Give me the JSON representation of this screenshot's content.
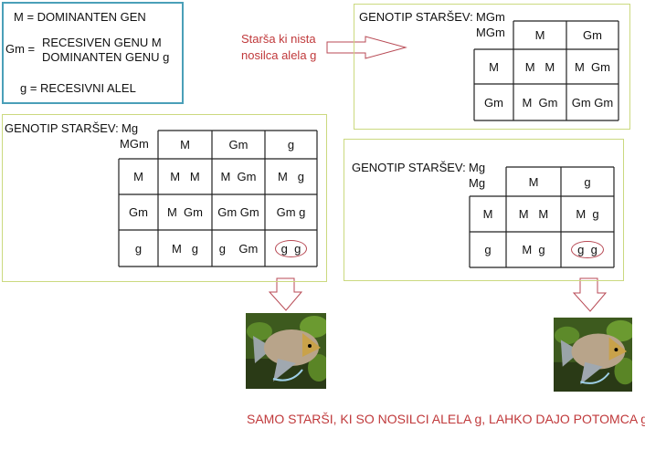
{
  "legend": {
    "m_line": "M = DOMINANTEN GEN",
    "gm_prefix": "Gm =",
    "gm_line1": "RECESIVEN GENU M",
    "gm_line2": "DOMINANTEN GENU g",
    "g_line": "g = RECESIVNI ALEL"
  },
  "note": {
    "line1": "Starša ki nista",
    "line2": "nosilca alela g"
  },
  "tables": [
    {
      "title": "GENOTIP STARŠEV:",
      "parent1": "MGm",
      "parent2": "MGm",
      "cols": [
        "M",
        "Gm"
      ],
      "rows": [
        {
          "label": "M",
          "cells": [
            "M   M",
            "M  Gm"
          ]
        },
        {
          "label": "Gm",
          "cells": [
            "M  Gm",
            "Gm Gm"
          ]
        }
      ],
      "highlight": []
    },
    {
      "title": "GENOTIP STARŠEV:",
      "parent1": "Mg",
      "parent2": "MGm",
      "cols": [
        "M",
        "Gm",
        "g"
      ],
      "rows": [
        {
          "label": "M",
          "cells": [
            "M   M",
            "M  Gm",
            "M   g"
          ]
        },
        {
          "label": "Gm",
          "cells": [
            "M  Gm",
            "Gm Gm",
            "Gm g"
          ]
        },
        {
          "label": "g",
          "cells": [
            "M   g",
            "g    Gm",
            "g  g"
          ]
        }
      ],
      "highlight": [
        [
          2,
          2
        ]
      ]
    },
    {
      "title": "GENOTIP STARŠEV:",
      "parent1": "Mg",
      "parent2": "Mg",
      "cols": [
        "M",
        "g"
      ],
      "rows": [
        {
          "label": "M",
          "cells": [
            "M   M",
            "M  g"
          ]
        },
        {
          "label": "g",
          "cells": [
            "M  g",
            "g  g"
          ]
        }
      ],
      "highlight": [
        [
          1,
          1
        ]
      ]
    }
  ],
  "conclusion": "SAMO STARŠI, KI SO NOSILCI ALELA g, LAHKO DAJO POTOMCA gg",
  "colors": {
    "accent_red": "#c0393b",
    "legend_border": "#4a9fb8",
    "box_border": "#cbd97f"
  }
}
